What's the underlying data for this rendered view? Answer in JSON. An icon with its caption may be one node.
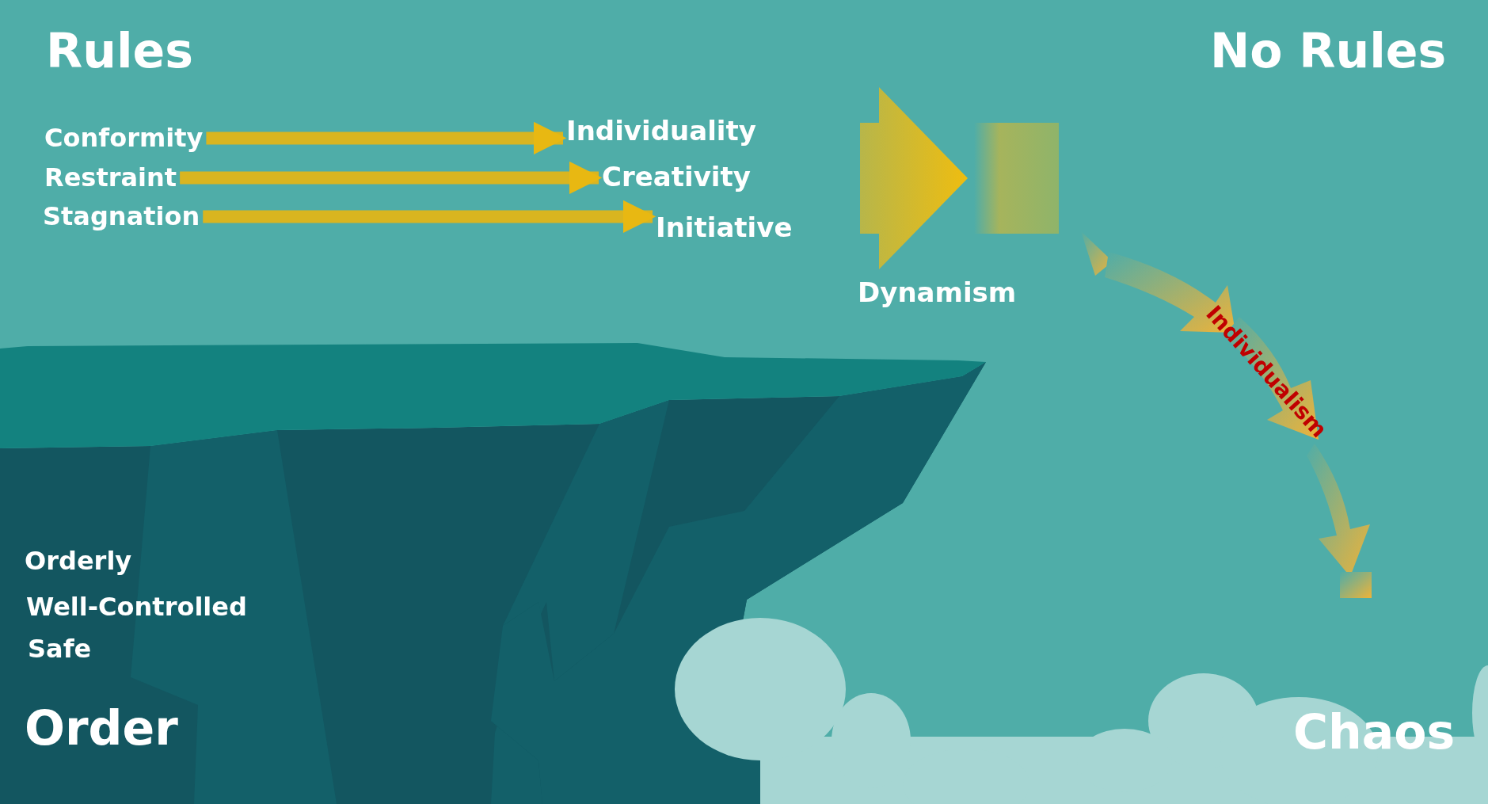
{
  "diagram": {
    "nodes": [
      {
        "text": [
          "Conformity"
        ]
      },
      {
        "text": [
          "Individuality"
        ]
      },
      {
        "text": [
          "Restraint"
        ]
      },
      {
        "text": [
          "Creativity"
        ]
      },
      {
        "text": [
          "Stagnation"
        ]
      },
      {
        "text": [
          "Initiative"
        ]
      }
    ],
    "edges": [
      {
        "from": 0,
        "to": 1,
        "arrow": "to"
      },
      {
        "from": 2,
        "to": 3,
        "arrow": "to"
      },
      {
        "from": 4,
        "to": 5,
        "arrow": "to"
      }
    ],
    "labels": [
      "Rules",
      "No Rules",
      "Dynamism",
      "Individualism",
      "Orderly",
      "Well-Controlled",
      "Safe",
      "Order",
      "Chaos"
    ]
  }
}
